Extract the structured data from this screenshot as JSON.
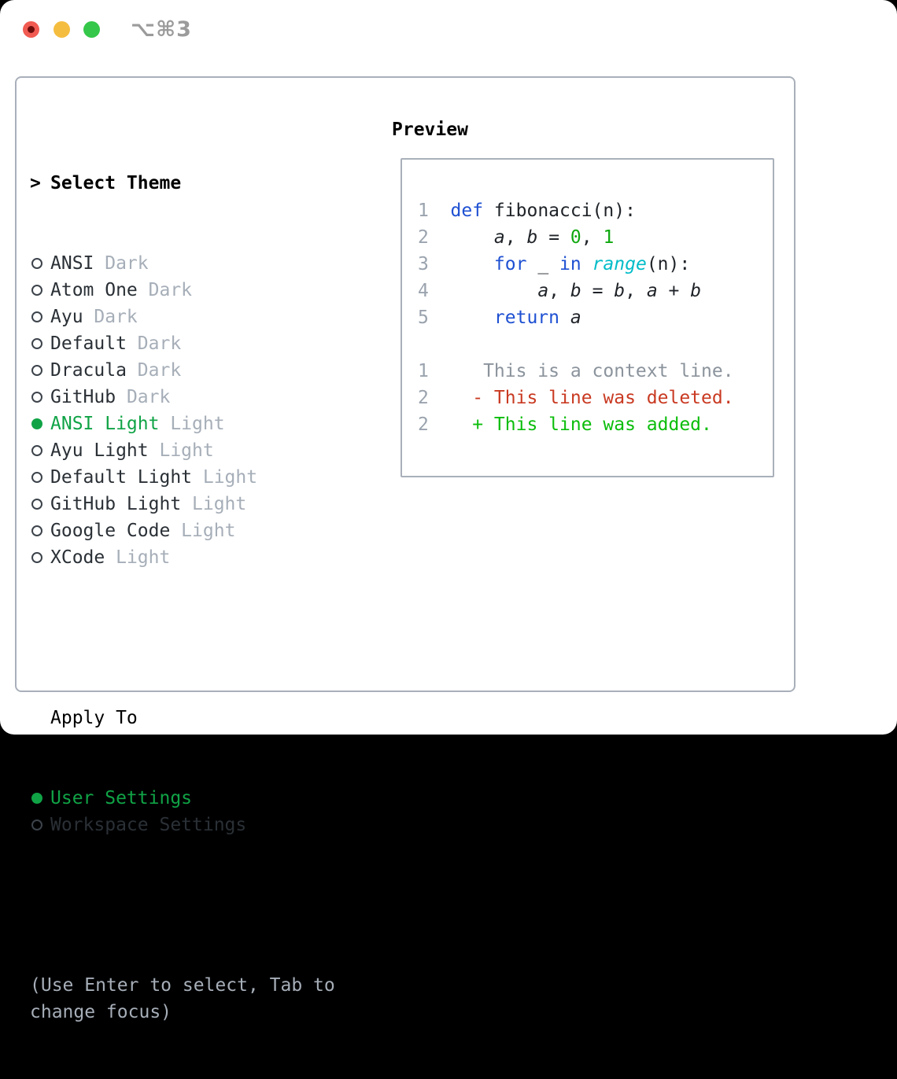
{
  "window": {
    "shortcut": "⌥⌘3"
  },
  "theme_panel": {
    "prefix": ">",
    "title": "Select Theme",
    "items": [
      {
        "name": "ANSI",
        "variant": "Dark",
        "selected": false
      },
      {
        "name": "Atom One",
        "variant": "Dark",
        "selected": false
      },
      {
        "name": "Ayu",
        "variant": "Dark",
        "selected": false
      },
      {
        "name": "Default",
        "variant": "Dark",
        "selected": false
      },
      {
        "name": "Dracula",
        "variant": "Dark",
        "selected": false
      },
      {
        "name": "GitHub",
        "variant": "Dark",
        "selected": false
      },
      {
        "name": "ANSI Light",
        "variant": "Light",
        "selected": true
      },
      {
        "name": "Ayu Light",
        "variant": "Light",
        "selected": false
      },
      {
        "name": "Default Light",
        "variant": "Light",
        "selected": false
      },
      {
        "name": "GitHub Light",
        "variant": "Light",
        "selected": false
      },
      {
        "name": "Google Code",
        "variant": "Light",
        "selected": false
      },
      {
        "name": "XCode",
        "variant": "Light",
        "selected": false
      }
    ],
    "apply_to": {
      "title": "Apply To",
      "options": [
        {
          "label": "User Settings",
          "selected": true
        },
        {
          "label": "Workspace Settings",
          "selected": false
        }
      ]
    },
    "help_lines": [
      "(Use Enter to select, Tab to",
      "change focus)"
    ]
  },
  "preview": {
    "title": "Preview",
    "lines": [
      {
        "kind": "code",
        "number": "1",
        "segments": [
          {
            "t": "def",
            "c": "kw"
          },
          {
            "t": " fibonacci(n):",
            "c": "plain"
          }
        ]
      },
      {
        "kind": "code",
        "number": "2",
        "segments": [
          {
            "t": "    ",
            "c": "plain"
          },
          {
            "t": "a",
            "c": "var"
          },
          {
            "t": ", ",
            "c": "plain"
          },
          {
            "t": "b",
            "c": "var"
          },
          {
            "t": " = ",
            "c": "plain"
          },
          {
            "t": "0",
            "c": "num"
          },
          {
            "t": ", ",
            "c": "plain"
          },
          {
            "t": "1",
            "c": "num"
          }
        ]
      },
      {
        "kind": "code",
        "number": "3",
        "segments": [
          {
            "t": "    ",
            "c": "plain"
          },
          {
            "t": "for",
            "c": "kw"
          },
          {
            "t": " _ ",
            "c": "plain"
          },
          {
            "t": "in",
            "c": "kw"
          },
          {
            "t": " ",
            "c": "plain"
          },
          {
            "t": "range",
            "c": "fn"
          },
          {
            "t": "(n):",
            "c": "plain"
          }
        ]
      },
      {
        "kind": "code",
        "number": "4",
        "segments": [
          {
            "t": "        ",
            "c": "plain"
          },
          {
            "t": "a",
            "c": "var"
          },
          {
            "t": ", ",
            "c": "plain"
          },
          {
            "t": "b",
            "c": "var"
          },
          {
            "t": " = ",
            "c": "plain"
          },
          {
            "t": "b",
            "c": "var"
          },
          {
            "t": ", ",
            "c": "plain"
          },
          {
            "t": "a",
            "c": "var"
          },
          {
            "t": " + ",
            "c": "plain"
          },
          {
            "t": "b",
            "c": "var"
          }
        ]
      },
      {
        "kind": "code",
        "number": "5",
        "segments": [
          {
            "t": "    ",
            "c": "plain"
          },
          {
            "t": "return",
            "c": "kw"
          },
          {
            "t": " ",
            "c": "plain"
          },
          {
            "t": "a",
            "c": "var"
          }
        ]
      },
      {
        "kind": "blank",
        "number": "",
        "segments": []
      },
      {
        "kind": "context",
        "number": "1",
        "segments": [
          {
            "t": "   This is a context line.",
            "c": "ctx"
          }
        ]
      },
      {
        "kind": "deleted",
        "number": "2",
        "segments": [
          {
            "t": "  ",
            "c": "plain"
          },
          {
            "t": "- This line was deleted.",
            "c": "del"
          }
        ]
      },
      {
        "kind": "added",
        "number": "2",
        "segments": [
          {
            "t": "  ",
            "c": "plain"
          },
          {
            "t": "+ This line was added.",
            "c": "add"
          }
        ]
      }
    ]
  },
  "colors": {
    "keyword": "#1e50d2",
    "function": "#00bcc8",
    "number": "#0fa80f",
    "code_text": "#1f2328",
    "context": "#8b939c",
    "deleted": "#c93a22",
    "added": "#0bbd0b",
    "selected_green": "#10a346",
    "muted": "#a6aeb8",
    "line_number": "#9aa3ae",
    "item_text": "#2a3036",
    "title_text": "#000000",
    "radio_ring": "#3c434b",
    "panel_border": "#a9b0ba",
    "traffic_red": "#f15b52",
    "traffic_red_dot": "#6d0d0b",
    "traffic_yellow": "#f5bd3f",
    "traffic_green": "#35c749",
    "shortcut_text": "#9b9b9b"
  }
}
